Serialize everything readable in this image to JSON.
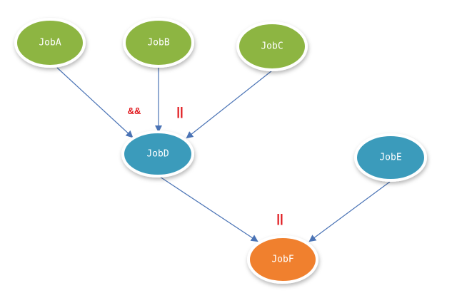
{
  "nodes": {
    "job_a": {
      "label": "JobA",
      "color": "#8db542"
    },
    "job_b": {
      "label": "JobB",
      "color": "#8db542"
    },
    "job_c": {
      "label": "JobC",
      "color": "#8db542"
    },
    "job_d": {
      "label": "JobD",
      "color": "#3a9bbb"
    },
    "job_e": {
      "label": "JobE",
      "color": "#3a9bbb"
    },
    "job_f": {
      "label": "JobF",
      "color": "#f0802f"
    }
  },
  "operators": {
    "and_ab": "&&",
    "or_bc": "||",
    "or_def": "||"
  },
  "edges": [
    {
      "from": "JobA",
      "to": "JobD"
    },
    {
      "from": "JobB",
      "to": "JobD"
    },
    {
      "from": "JobC",
      "to": "JobD"
    },
    {
      "from": "JobD",
      "to": "JobF"
    },
    {
      "from": "JobE",
      "to": "JobF"
    }
  ],
  "colors": {
    "edge": "#4a73b5",
    "operator": "#e0161b",
    "node_border": "#ffffff"
  }
}
